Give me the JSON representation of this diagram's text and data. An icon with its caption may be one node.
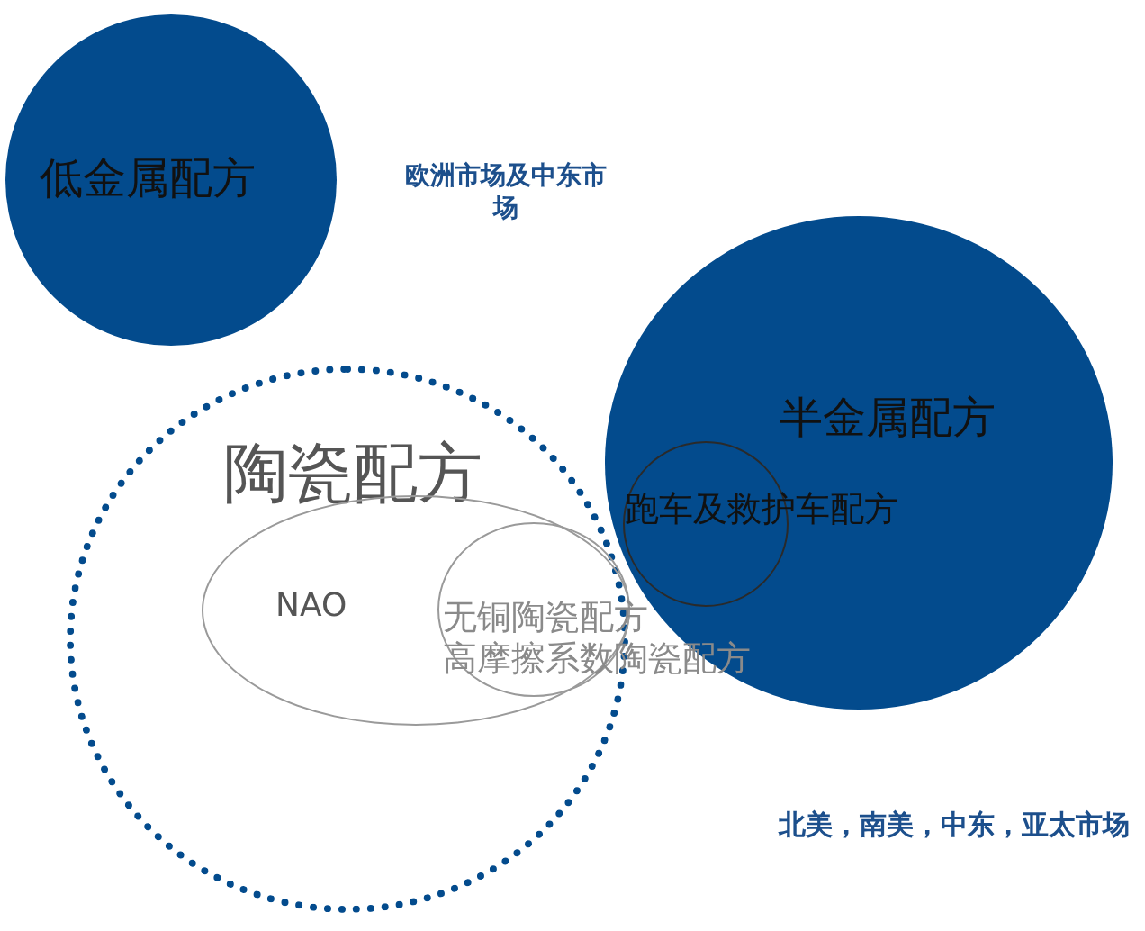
{
  "diagram": {
    "nodes": [
      {
        "text": [
          "低金属配方"
        ]
      },
      {
        "text": [
          "半金属配方"
        ]
      },
      {
        "text": [
          "跑车及救护车配方"
        ],
        "in": 1
      },
      {
        "text": [
          "陶瓷配方"
        ]
      },
      {
        "text": [
          "NAO"
        ],
        "in": 3
      },
      {
        "text": [
          "无铜陶瓷配方",
          "高摩擦系数陶瓷配方"
        ],
        "in": 4
      }
    ],
    "labels": [
      "欧洲市场及中东市场",
      "北美，南美，中东，亚太市场"
    ]
  }
}
